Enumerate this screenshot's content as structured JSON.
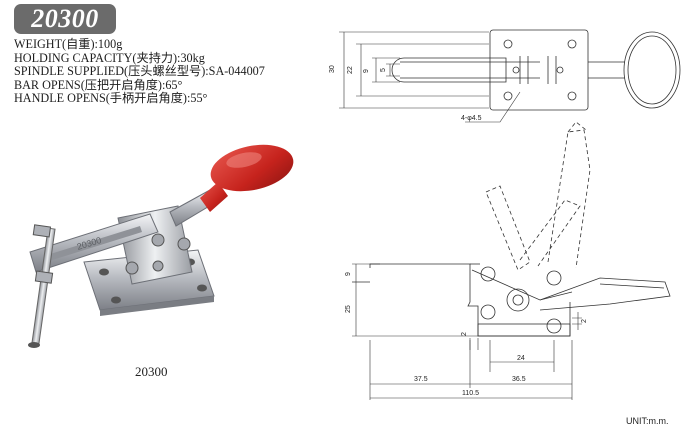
{
  "model": "20300",
  "specs": [
    "WEIGHT(自重):100g",
    "HOLDING CAPACITY(夹持力):30kg",
    "SPINDLE SUPPLIED(压头螺丝型号):SA-044007",
    "BAR OPENS(压把开启角度):65°",
    "HANDLE OPENS(手柄开启角度):55°"
  ],
  "photo_caption": "20300",
  "product_marking": "20300",
  "dims": {
    "d30": "30",
    "d22": "22",
    "d9a": "9",
    "d5": "5",
    "hole_spec": "4-φ4.5",
    "d9b": "9",
    "d25": "25",
    "d2a": "2",
    "d2b": "2",
    "d24": "24",
    "d37_5": "37.5",
    "d36_5": "36.5",
    "d110_5": "110.5"
  },
  "unit_label": "UNIT:m.m.",
  "colors": {
    "badge_bg": "#6b6b6b",
    "handle_red": "#cc2a24",
    "chrome": "#c9ccd1",
    "line": "#333333"
  }
}
